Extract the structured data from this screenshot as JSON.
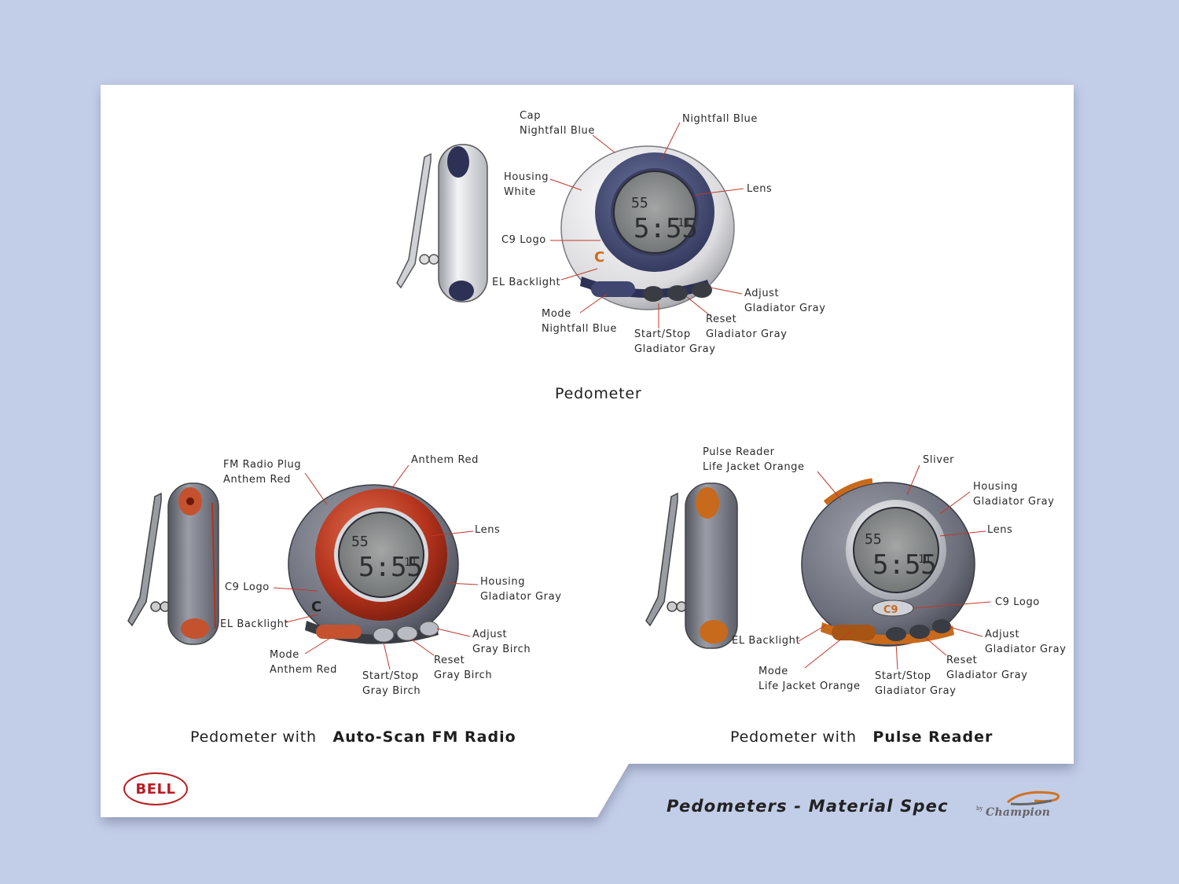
{
  "slide": {
    "title": "Pedometers - Material Spec",
    "bell_logo": "BELL",
    "champion_by": "by",
    "champion_wordmark": "Champion"
  },
  "products": {
    "pedometer": {
      "caption": "Pedometer",
      "labels": {
        "cap_1": "Cap",
        "cap_2": "Nightfall Blue",
        "nightfall_top": "Nightfall Blue",
        "housing_1": "Housing",
        "housing_2": "White",
        "lens": "Lens",
        "c9_logo": "C9 Logo",
        "el_backlight": "EL Backlight",
        "adjust_1": "Adjust",
        "adjust_2": "Gladiator Gray",
        "reset_1": "Reset",
        "reset_2": "Gladiator Gray",
        "mode_1": "Mode",
        "mode_2": "Nightfall Blue",
        "startstop_1": "Start/Stop",
        "startstop_2": "Gladiator Gray"
      }
    },
    "fm_radio": {
      "caption_prefix": "Pedometer with",
      "caption_strong": "Auto-Scan FM Radio",
      "labels": {
        "plug_1": "FM Radio Plug",
        "plug_2": "Anthem Red",
        "anthem_top": "Anthem Red",
        "lens": "Lens",
        "housing_1": "Housing",
        "housing_2": "Gladiator Gray",
        "c9_logo": "C9 Logo",
        "el_backlight": "EL Backlight",
        "adjust_1": "Adjust",
        "adjust_2": "Gray Birch",
        "reset_1": "Reset",
        "reset_2": "Gray Birch",
        "mode_1": "Mode",
        "mode_2": "Anthem Red",
        "startstop_1": "Start/Stop",
        "startstop_2": "Gray Birch"
      }
    },
    "pulse_reader": {
      "caption_prefix": "Pedometer with",
      "caption_strong": "Pulse Reader",
      "labels": {
        "pulse_1": "Pulse Reader",
        "pulse_2": "Life Jacket Orange",
        "sliver": "Sliver",
        "housing_1": "Housing",
        "housing_2": "Gladiator Gray",
        "lens": "Lens",
        "c9_logo": "C9 Logo",
        "el_backlight": "EL Backlight",
        "adjust_1": "Adjust",
        "adjust_2": "Gladiator Gray",
        "reset_1": "Reset",
        "reset_2": "Gladiator Gray",
        "mode_1": "Mode",
        "mode_2": "Life Jacket Orange",
        "startstop_1": "Start/Stop",
        "startstop_2": "Gladiator Gray"
      }
    }
  },
  "display": {
    "top": "55",
    "time": "5:55",
    "sub": "11"
  },
  "colors": {
    "background": "#c2cde8",
    "nightfall_blue": "#3f4670",
    "anthem_red": "#b3321c",
    "life_jacket_orange": "#c86a1c",
    "gladiator_gray": "#6b6e7a",
    "lcd": "#8e9090",
    "leader_line": "#c0392b"
  }
}
